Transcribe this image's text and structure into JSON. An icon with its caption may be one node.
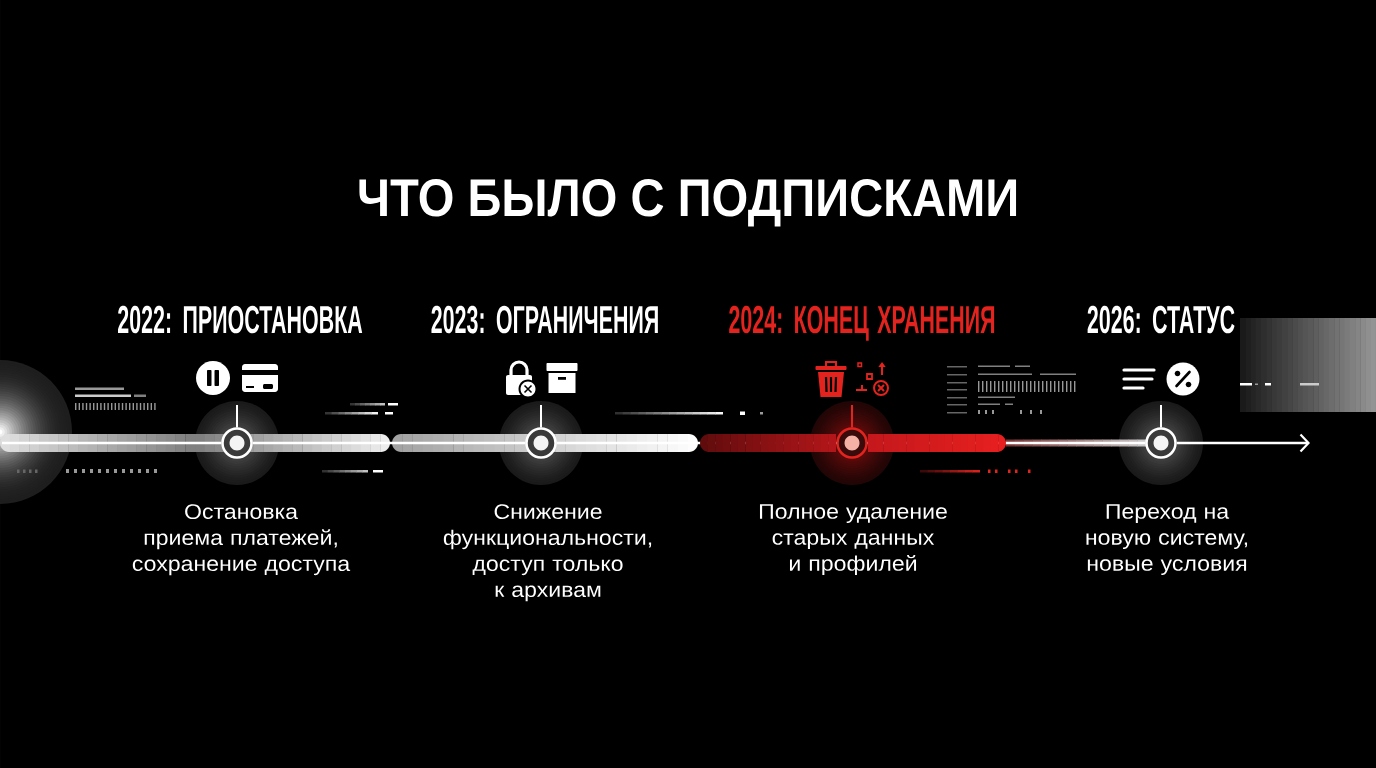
{
  "diagram": {
    "title": "ЧТО БЫЛО С ПОДПИСКАМИ",
    "nodes": [
      {
        "text": [],
        "shape": "circle",
        "beside": [
          "2022: ПРИОСТАНОВКА",
          "Остановка приема платежей, сохранение доступа"
        ]
      },
      {
        "text": [],
        "shape": "circle",
        "beside": [
          "2023: ОГРАНИЧЕНИЯ",
          "Снижение функциональности, доступ только к архивам"
        ]
      },
      {
        "text": [],
        "shape": "circle",
        "beside": [
          "2024: КОНЕЦ ХРАНЕНИЯ",
          "Полное удаление старых данных и профилей"
        ]
      },
      {
        "text": [],
        "shape": "circle",
        "beside": [
          "2026: СТАТУС",
          "Переход на новую систему, новые условия"
        ]
      }
    ],
    "edges": [
      {
        "from": null,
        "to": 0,
        "arrow": "none"
      },
      {
        "from": 0,
        "to": 1,
        "arrow": "none"
      },
      {
        "from": 1,
        "to": 2,
        "arrow": "none"
      },
      {
        "from": 2,
        "to": 3,
        "arrow": "none"
      },
      {
        "from": 3,
        "to": null,
        "arrow": "to"
      }
    ]
  }
}
